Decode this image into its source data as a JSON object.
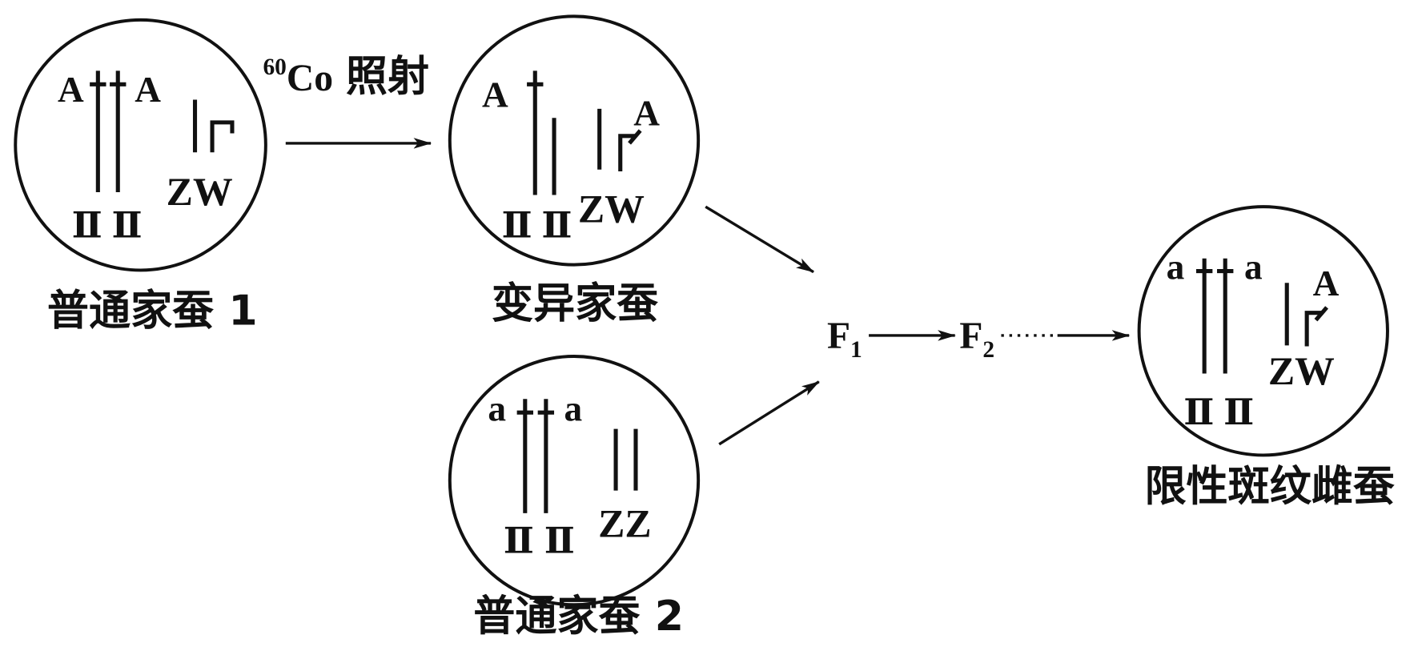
{
  "irradiation": {
    "mass_number": "60",
    "element": "Co",
    "action": "照射"
  },
  "cells": {
    "normal_1": {
      "name": "普通家蚕 1",
      "allele_left": "A",
      "allele_right": "A",
      "autosome_left": "Ⅱ",
      "autosome_right": "Ⅱ",
      "sex_chromosomes": "ZW"
    },
    "mutant": {
      "name": "变异家蚕",
      "allele_autosome": "A",
      "allele_w": "A",
      "autosome_left": "Ⅱ",
      "autosome_right": "Ⅱ",
      "sex_chromosomes": "ZW"
    },
    "normal_2": {
      "name": "普通家蚕 2",
      "allele_left": "a",
      "allele_right": "a",
      "autosome_left": "Ⅱ",
      "autosome_right": "Ⅱ",
      "sex_chromosomes": "ZZ"
    },
    "result": {
      "name": "限性斑纹雌蚕",
      "allele_left": "a",
      "allele_right": "a",
      "allele_w": "A",
      "autosome_left": "Ⅱ",
      "autosome_right": "Ⅱ",
      "sex_chromosomes": "ZW"
    }
  },
  "generations": [
    {
      "letter": "F",
      "subscript": "1"
    },
    {
      "letter": "F",
      "subscript": "2"
    }
  ]
}
